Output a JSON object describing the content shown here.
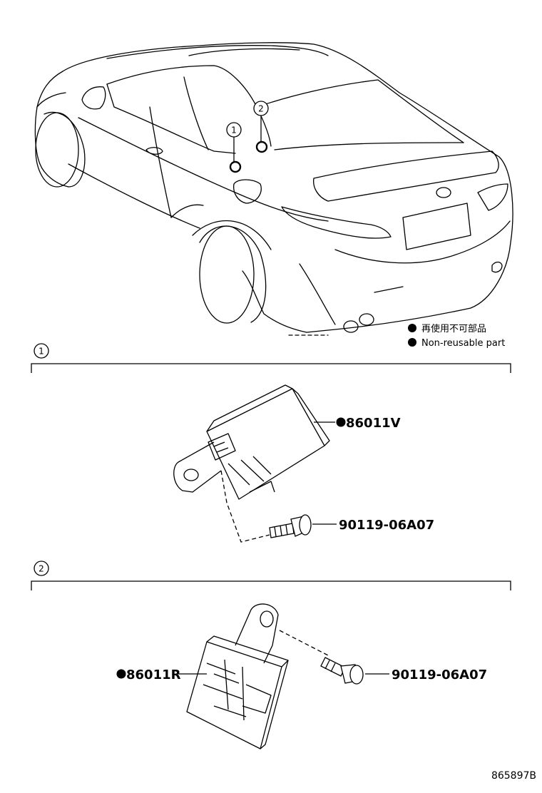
{
  "legend": {
    "jp_text": "再使用不可部品",
    "en_text": "Non-reusable part"
  },
  "callouts": {
    "one": "1",
    "two": "2"
  },
  "sections": [
    {
      "number": "1",
      "parts": [
        {
          "code": "86011V",
          "non_reusable": true
        },
        {
          "code": "90119-06A07",
          "non_reusable": false
        }
      ]
    },
    {
      "number": "2",
      "parts": [
        {
          "code": "86011R",
          "non_reusable": true
        },
        {
          "code": "90119-06A07",
          "non_reusable": false
        }
      ]
    }
  ],
  "illustration_code": "865897B"
}
